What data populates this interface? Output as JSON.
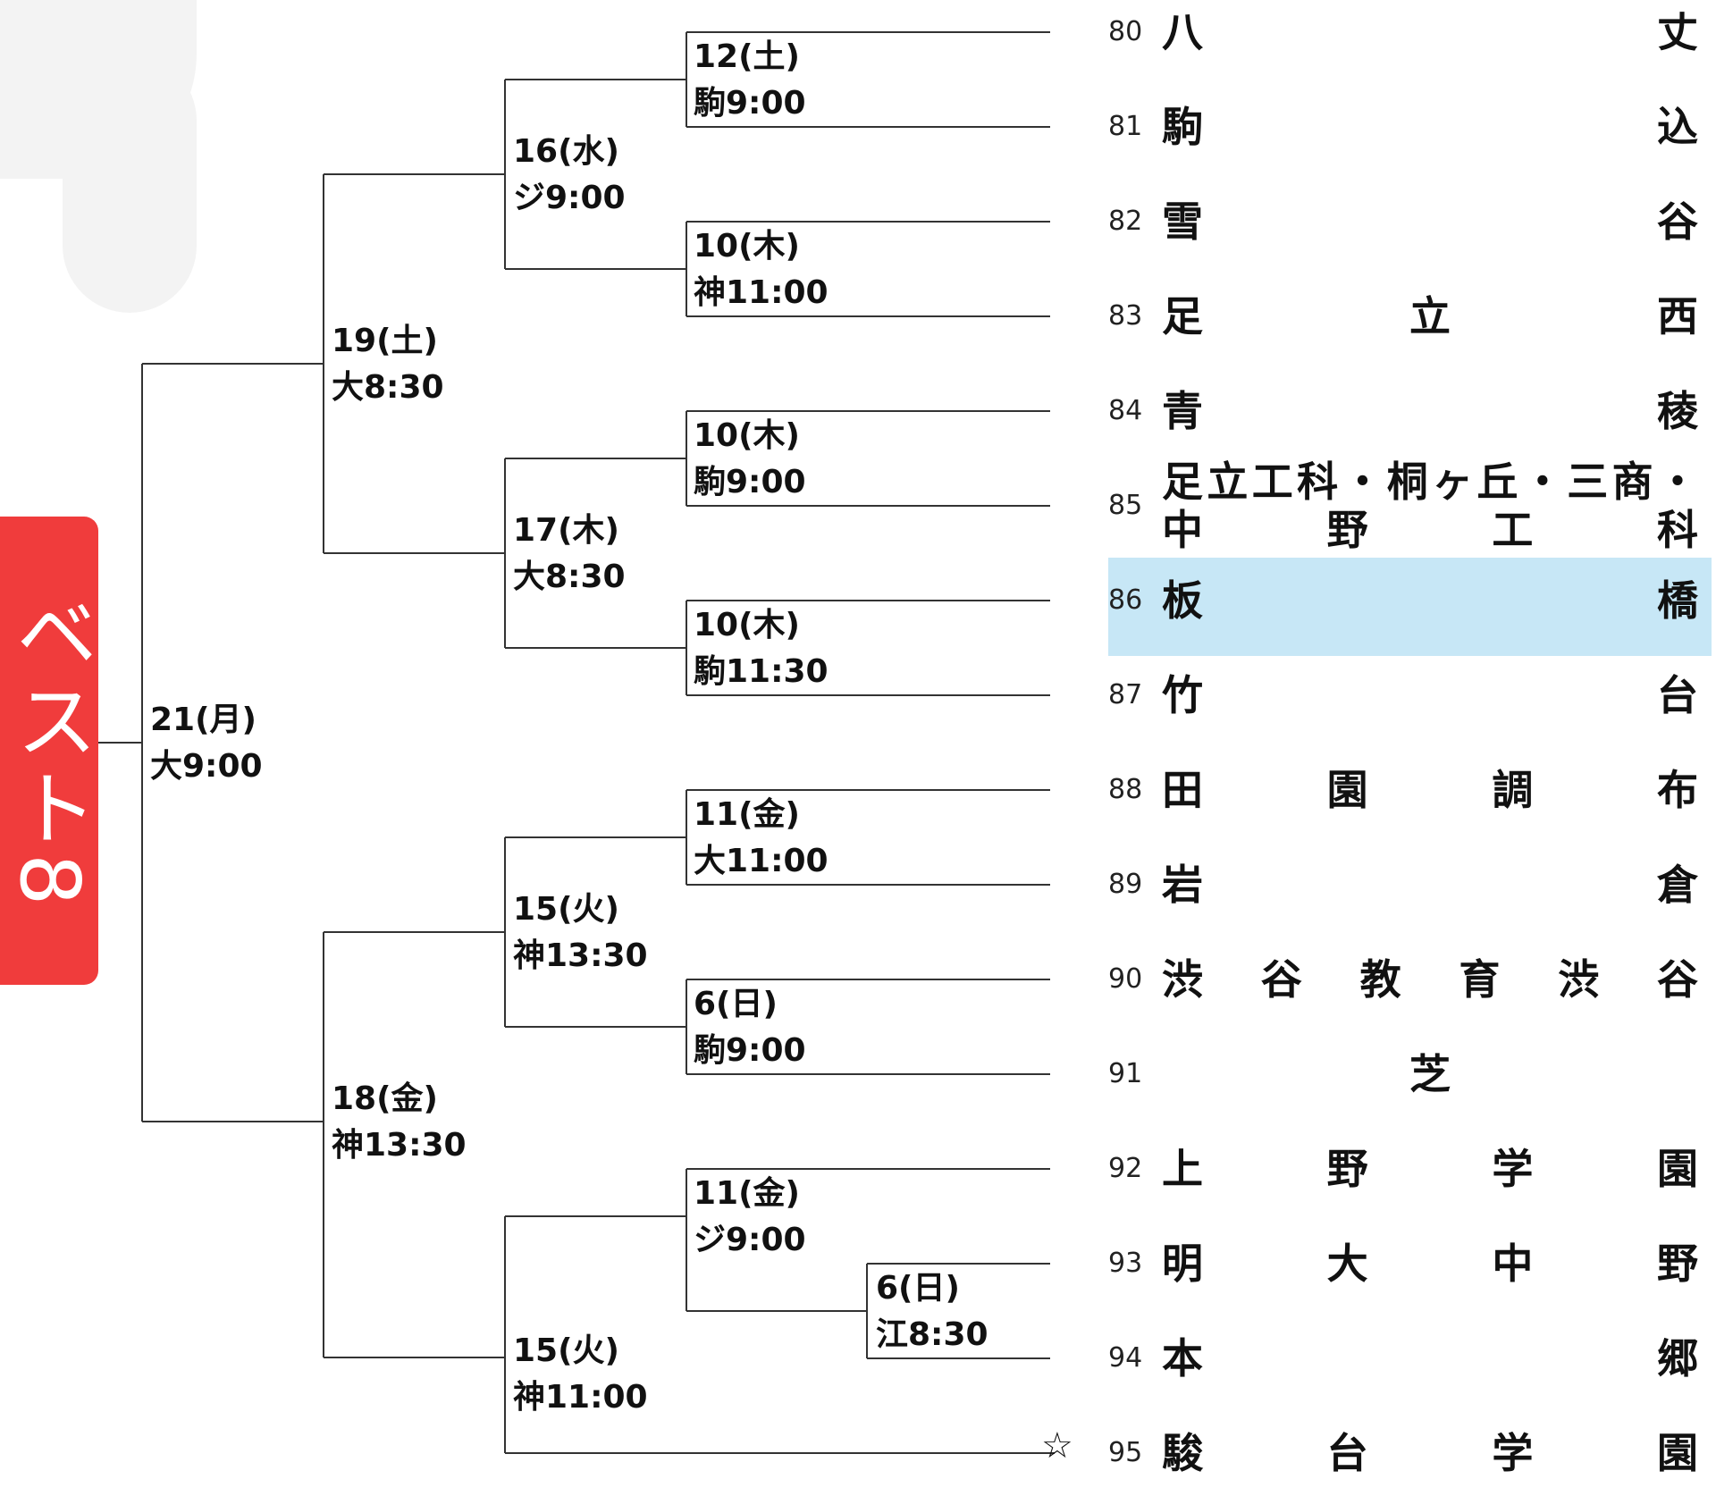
{
  "side_label": "ベスト8",
  "matches": {
    "r1_a": [
      "12(土)",
      "駒9:00"
    ],
    "r1_b": [
      "10(木)",
      "神11:00"
    ],
    "r1_c": [
      "10(木)",
      "駒9:00"
    ],
    "r1_d": [
      "10(木)",
      "駒11:30"
    ],
    "r1_e": [
      "11(金)",
      "大11:00"
    ],
    "r1_f": [
      "6(日)",
      "駒9:00"
    ],
    "r1_g": [
      "11(金)",
      "ジ9:00"
    ],
    "r0_h": [
      "6(日)",
      "江8:30"
    ],
    "r2_a": [
      "16(水)",
      "ジ9:00"
    ],
    "r2_b": [
      "17(木)",
      "大8:30"
    ],
    "r2_c": [
      "15(火)",
      "神13:30"
    ],
    "r2_d": [
      "15(火)",
      "神11:00"
    ],
    "r3_a": [
      "19(土)",
      "大8:30"
    ],
    "r3_b": [
      "18(金)",
      "神13:30"
    ],
    "r4": [
      "21(月)",
      "大9:00"
    ]
  },
  "teams": [
    {
      "num": "80",
      "chars": [
        "八",
        "丈"
      ]
    },
    {
      "num": "81",
      "chars": [
        "駒",
        "込"
      ]
    },
    {
      "num": "82",
      "chars": [
        "雪",
        "谷"
      ]
    },
    {
      "num": "83",
      "chars": [
        "足",
        "立",
        "西"
      ]
    },
    {
      "num": "84",
      "chars": [
        "青",
        "稜"
      ]
    },
    {
      "num": "85",
      "line1": [
        "足",
        "立",
        "工",
        "科",
        "・",
        "桐",
        "ヶ",
        "丘",
        "・",
        "三",
        "商",
        "・"
      ],
      "line2": [
        "中",
        "野",
        "工",
        "科"
      ]
    },
    {
      "num": "86",
      "chars": [
        "板",
        "橋"
      ]
    },
    {
      "num": "87",
      "chars": [
        "竹",
        "台"
      ]
    },
    {
      "num": "88",
      "chars": [
        "田",
        "園",
        "調",
        "布"
      ]
    },
    {
      "num": "89",
      "chars": [
        "岩",
        "倉"
      ]
    },
    {
      "num": "90",
      "chars": [
        "渋",
        "谷",
        "教",
        "育",
        "渋",
        "谷"
      ]
    },
    {
      "num": "91",
      "chars": [
        "芝"
      ]
    },
    {
      "num": "92",
      "chars": [
        "上",
        "野",
        "学",
        "園"
      ]
    },
    {
      "num": "93",
      "chars": [
        "明",
        "大",
        "中",
        "野"
      ]
    },
    {
      "num": "94",
      "chars": [
        "本",
        "郷"
      ]
    },
    {
      "num": "95",
      "chars": [
        "駿",
        "台",
        "学",
        "園"
      ]
    }
  ],
  "highlight_color": "#c7e7f6",
  "label_color": "#f03c3c",
  "star_symbol": "☆",
  "icons": {
    "star": "star-outline-icon"
  }
}
